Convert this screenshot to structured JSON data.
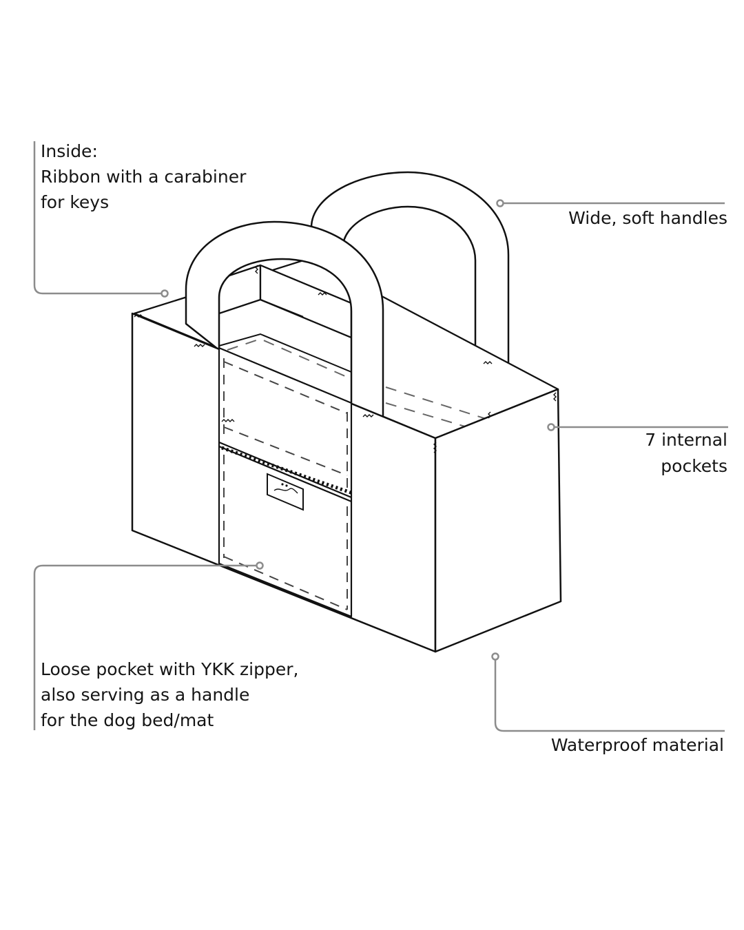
{
  "annotations": {
    "inside": {
      "lines": [
        "Inside:",
        "Ribbon with a carabiner",
        "for keys"
      ]
    },
    "handles": {
      "lines": [
        "Wide, soft handles"
      ]
    },
    "pockets": {
      "lines": [
        "7 internal",
        "pockets"
      ]
    },
    "loose_pocket": {
      "lines": [
        "Loose pocket with YKK zipper,",
        "also serving as a handle",
        "for the dog bed/mat"
      ]
    },
    "waterproof": {
      "lines": [
        "Waterproof material"
      ]
    }
  },
  "colors": {
    "outline": "#111111",
    "leader": "#8c8c8c",
    "text": "#151515",
    "background": "#ffffff"
  }
}
